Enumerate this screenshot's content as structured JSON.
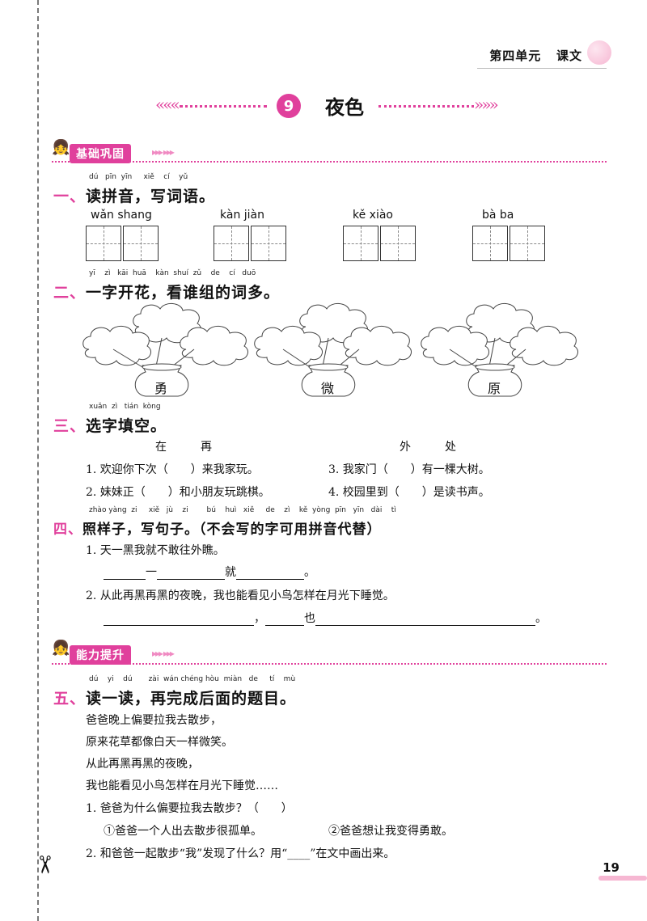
{
  "header": {
    "unit": "第四单元",
    "section": "课文"
  },
  "lesson": {
    "number": "9",
    "title": "夜色"
  },
  "section_badges": {
    "basic": "基础巩固",
    "ability": "能力提升"
  },
  "q1": {
    "pinyin": "dú   pīn  yīn     xiě    cí    yǔ",
    "num": "一、",
    "title": "读拼音，写词语。",
    "words": [
      "wǎn shang",
      "kàn  jiàn",
      "kě   xiào",
      "bà    ba"
    ]
  },
  "q2": {
    "pinyin": "yī    zì   kāi  huā    kàn  shuí  zǔ    de    cí   duō",
    "num": "二、",
    "title": "一字开花，看谁组的词多。",
    "chars": [
      "勇",
      "微",
      "原"
    ]
  },
  "q3": {
    "pinyin": "xuǎn  zì   tián  kòng",
    "num": "三、",
    "title": "选字填空。",
    "choice1": "在　　　再",
    "choice2": "外　　　处",
    "items": [
      "1. 欢迎你下次（　　）来我家玩。",
      "2. 妹妹正（　　）和小朋友玩跳棋。",
      "3. 我家门（　　）有一棵大树。",
      "4. 校园里到（　　）是读书声。"
    ]
  },
  "q4": {
    "pinyin": "zhào yàng  zi     xiě   jù    zi        bú    huì   xiě     de    zì    kě  yòng  pīn   yīn   dài    tì",
    "num": "四、",
    "title": "照样子，写句子。（不会写的字可用拼音代替）",
    "s1": "1. 天一黑我就不敢往外瞧。",
    "s1_a": "一",
    "s1_b": "就",
    "s1_end": "。",
    "s2": "2. 从此再黑再黑的夜晚，我也能看见小鸟怎样在月光下睡觉。",
    "s2_a": "，",
    "s2_b": "也",
    "s2_end": "。"
  },
  "q5": {
    "pinyin": "dú    yi    dú       zài  wán chéng hòu  miàn   de     tí    mù",
    "num": "五、",
    "title": "读一读，再完成后面的题目。",
    "poem": [
      "爸爸晚上偏要拉我去散步，",
      "原来花草都像白天一样微笑。",
      "从此再黑再黑的夜晚，",
      "我也能看见小鸟怎样在月光下睡觉……"
    ],
    "sub1": "1. 爸爸为什么偏要拉我去散步？（　　）",
    "opt1": "①爸爸一个人出去散步很孤单。",
    "opt2": "②爸爸想让我变得勇敢。",
    "sub2": "2. 和爸爸一起散步“我”发现了什么？用“____”在文中画出来。"
  },
  "page_number": "19"
}
